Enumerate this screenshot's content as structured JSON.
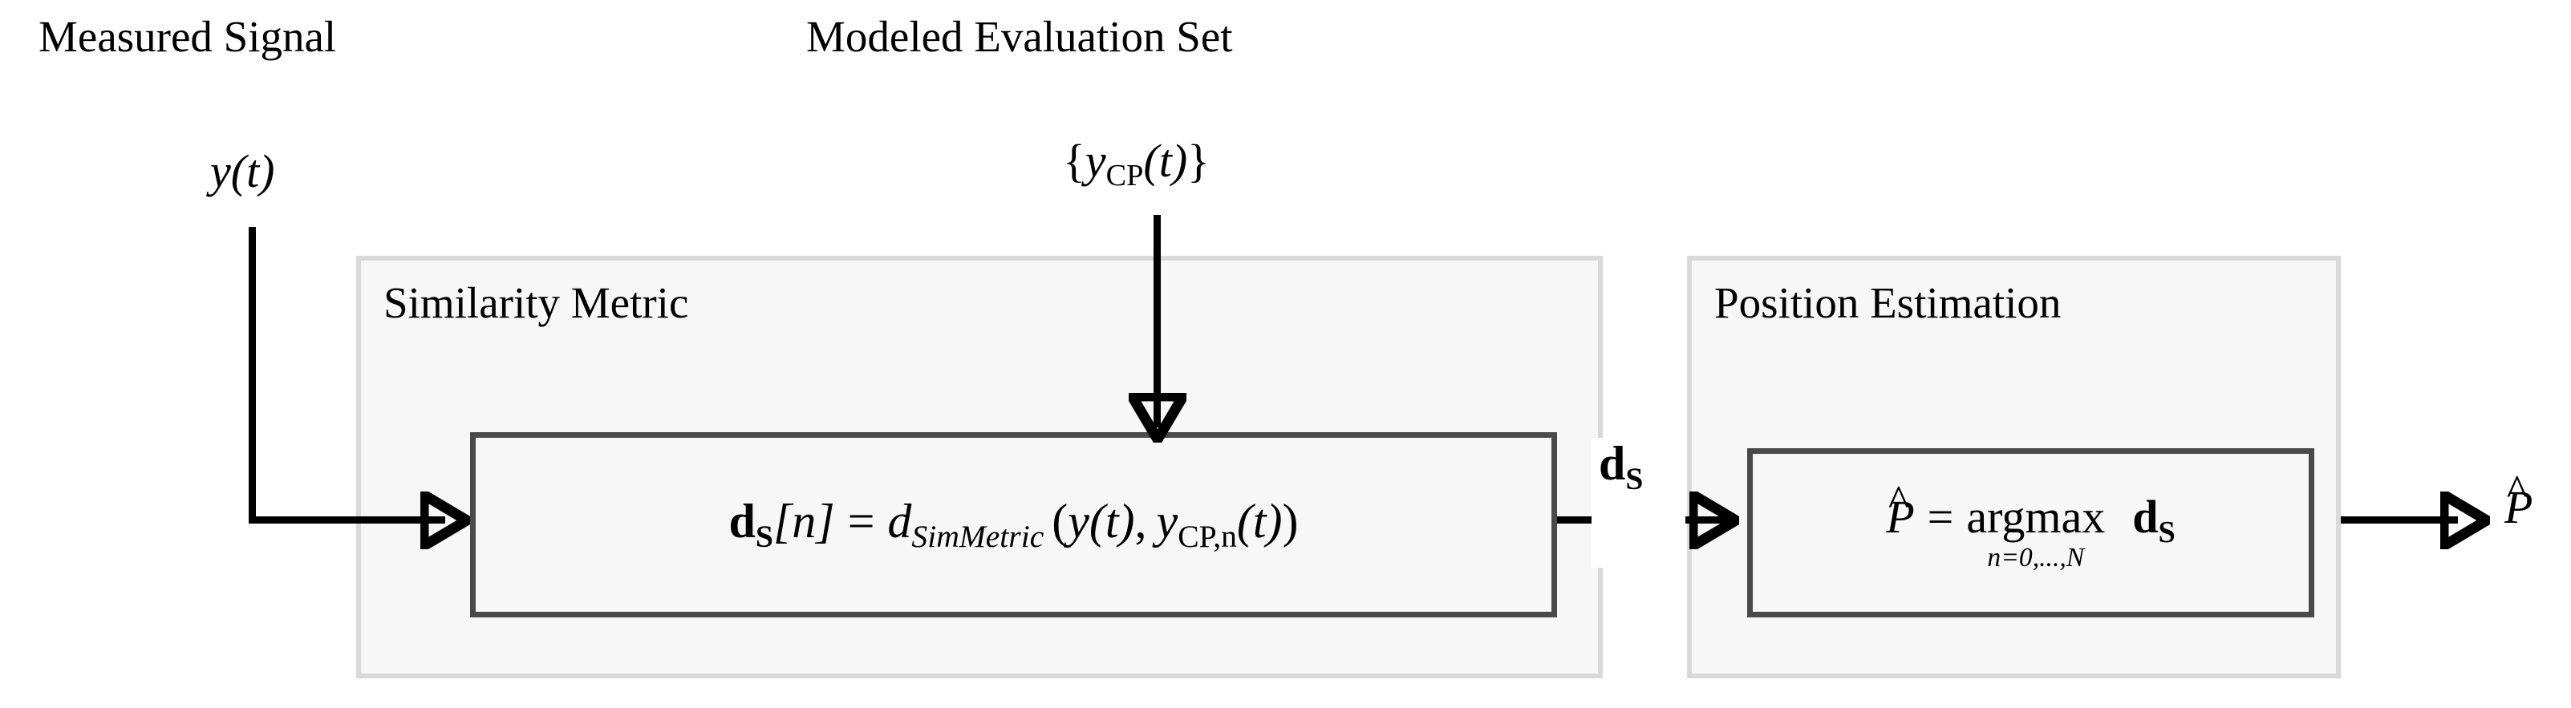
{
  "figure": {
    "title": "Similarity-metric position estimation block diagram",
    "background": "#ffffff",
    "panel_fill": "#f7f7f7",
    "panel_border": "#d9d9d9",
    "box_border": "#4a4a4a",
    "ink": "#000000"
  },
  "labels": {
    "measured_signal": "Measured Signal",
    "modeled_evaluation_set": "Modeled Evaluation Set"
  },
  "signals": {
    "input_symbol": {
      "base": "y",
      "arg": "(t)"
    },
    "modeled_set_symbol": {
      "open_brace": "{",
      "base": "y",
      "subscript": "CP",
      "arg": "(t)",
      "close_brace": "}"
    },
    "intermediate_symbol": {
      "base": "d",
      "subscript": "S"
    },
    "output_symbol": {
      "base": "P",
      "accent": "^"
    }
  },
  "panels": [
    {
      "id": "similarity-metric",
      "title": "Similarity Metric",
      "equation": {
        "lhs": {
          "vector": "d",
          "vector_sub": "S",
          "index": "[n]"
        },
        "relation": "=",
        "rhs": {
          "function": "d",
          "function_sub": "SimMetric",
          "open": "(",
          "arg1": {
            "base": "y",
            "arg": "(t)"
          },
          "separator": ",",
          "arg2": {
            "base": "y",
            "subscript": "CP,n",
            "arg": "(t)"
          },
          "close": ")"
        },
        "plain_text": "d_S[n] = d_SimMetric(y(t), y_CP,n(t))"
      }
    },
    {
      "id": "position-estimation",
      "title": "Position Estimation",
      "equation": {
        "lhs": {
          "base": "P",
          "accent": "^"
        },
        "relation": "=",
        "operator": "argmax",
        "operator_limit": "n=0,...,N",
        "operand": {
          "vector": "d",
          "vector_sub": "S"
        },
        "plain_text": "P̂ = argmax_{n=0,...,N} d_S"
      }
    }
  ],
  "connectors": [
    {
      "id": "input-to-similarity",
      "from": "y(t)",
      "to": "similarity-metric",
      "style": "elbow-down-right",
      "arrowhead": "open-triangle"
    },
    {
      "id": "modeled-set-to-similarity",
      "from": "{y_CP(t)}",
      "to": "similarity-metric",
      "style": "straight-down",
      "arrowhead": "open-triangle"
    },
    {
      "id": "similarity-to-position",
      "from": "similarity-metric",
      "to": "position-estimation",
      "label": "d_S",
      "style": "straight-right",
      "arrowhead": "open-triangle"
    },
    {
      "id": "position-to-output",
      "from": "position-estimation",
      "to": "P̂",
      "style": "straight-right",
      "arrowhead": "open-triangle"
    }
  ]
}
